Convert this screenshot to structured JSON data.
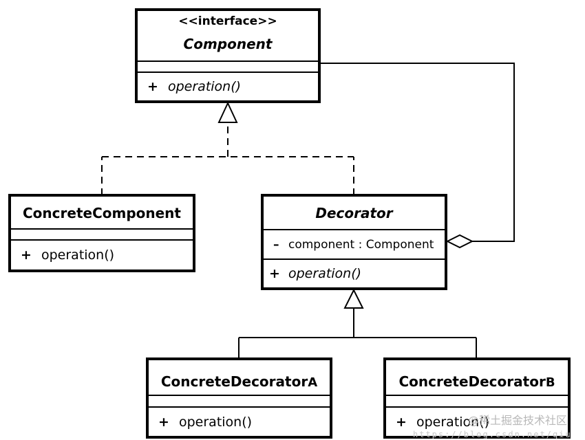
{
  "component": {
    "stereotype": "<<interface>>",
    "name": "Component",
    "op_vis": "+",
    "op": "operation()"
  },
  "concrete_component": {
    "name": "ConcreteComponent",
    "op_vis": "+",
    "op": "operation()"
  },
  "decorator": {
    "name": "Decorator",
    "attr_vis": "–",
    "attr": "component : Component",
    "op_vis": "+",
    "op": "operation()"
  },
  "concrete_decorator_a": {
    "name": "ConcreteDecorator",
    "suffix": "A",
    "op_vis": "+",
    "op": "operation()"
  },
  "concrete_decorator_b": {
    "name": "ConcreteDecorator",
    "suffix": "B",
    "op_vis": "+",
    "op": "operation()"
  },
  "watermark": "@稀土掘金技术社区",
  "watermark_url": "https://blog.csdn.net/qiu"
}
